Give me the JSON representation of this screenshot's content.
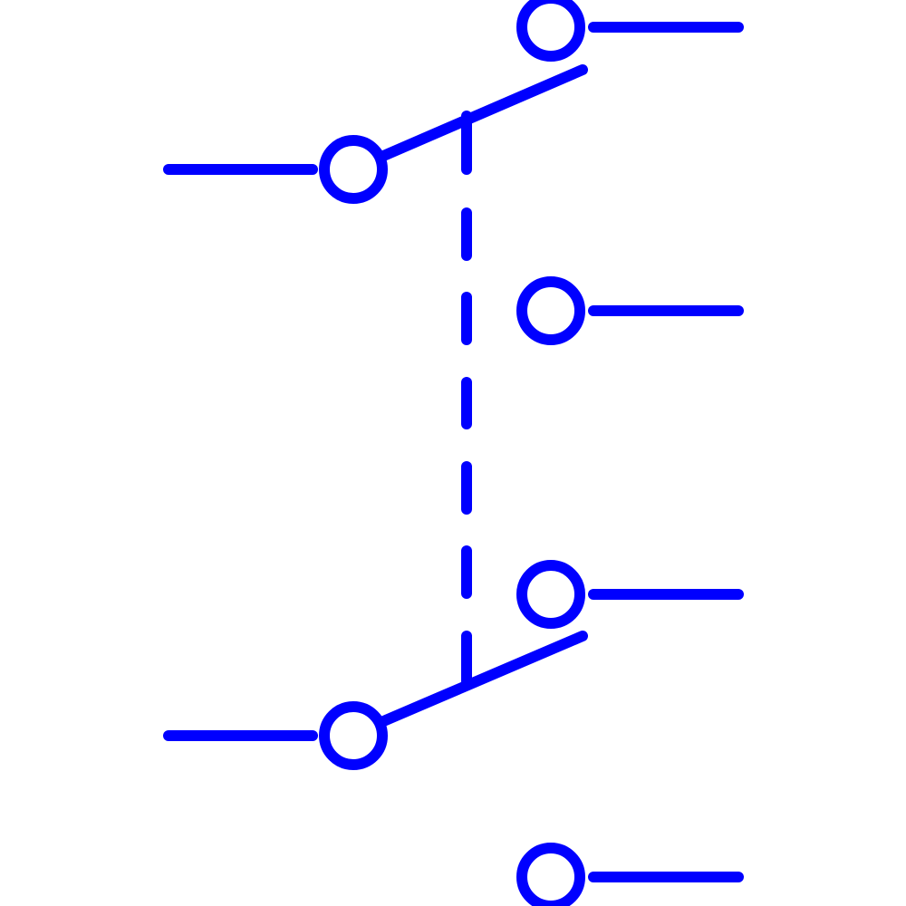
{
  "diagram": {
    "symbol": "double-pole-double-throw-switch",
    "stroke_color": "#0000FF",
    "background": "#FFFFFF",
    "poles": [
      {
        "name": "pole-1",
        "state": "open",
        "throws": 2
      },
      {
        "name": "pole-2",
        "state": "open",
        "throws": 2
      }
    ],
    "mechanical_link": "dashed"
  }
}
